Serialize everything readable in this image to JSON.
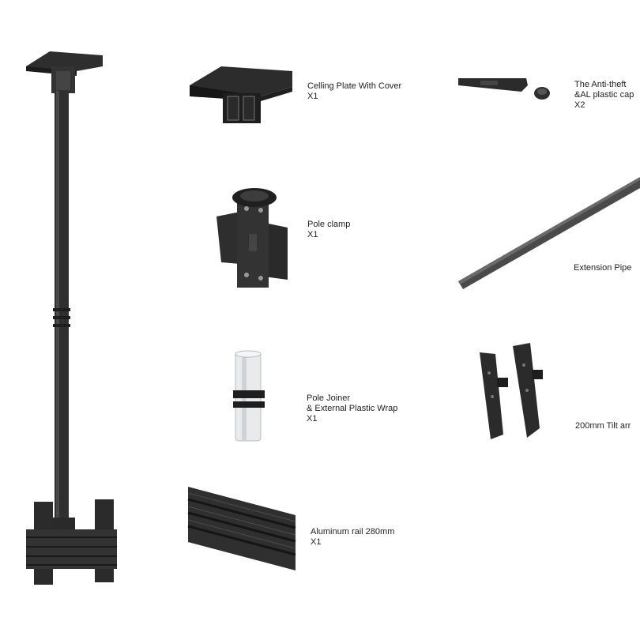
{
  "parts": {
    "ceiling_plate": {
      "name": "Celling Plate With Cover",
      "qty": "X1"
    },
    "anti_theft": {
      "name": "The Anti-theft",
      "name2": "&AL plastic cap",
      "qty": "X2"
    },
    "pole_clamp": {
      "name": "Pole clamp",
      "qty": "X1"
    },
    "extension_pipe": {
      "name": "Extension Pipe"
    },
    "pole_joiner": {
      "name": "Pole Joiner",
      "name2": "& External Plastic Wrap",
      "qty": "X1"
    },
    "tilt_arm": {
      "name": "200mm Tilt arr"
    },
    "aluminum_rail": {
      "name": "Aluminum rail 280mm",
      "qty": "X1"
    }
  },
  "icons": {
    "assembled_mount": "assembled-ceiling-mount-icon",
    "ceiling_plate": "ceiling-plate-icon",
    "anti_theft": "anti-theft-cap-icon",
    "pole_clamp": "pole-clamp-icon",
    "extension_pipe": "extension-pipe-icon",
    "pole_joiner": "pole-joiner-icon",
    "tilt_arm": "tilt-arm-icon",
    "aluminum_rail": "aluminum-rail-icon"
  },
  "colors": {
    "metal": "#2b2b2b",
    "metal_light": "#555555",
    "joiner": "#e6e8ea",
    "background": "#ffffff"
  }
}
